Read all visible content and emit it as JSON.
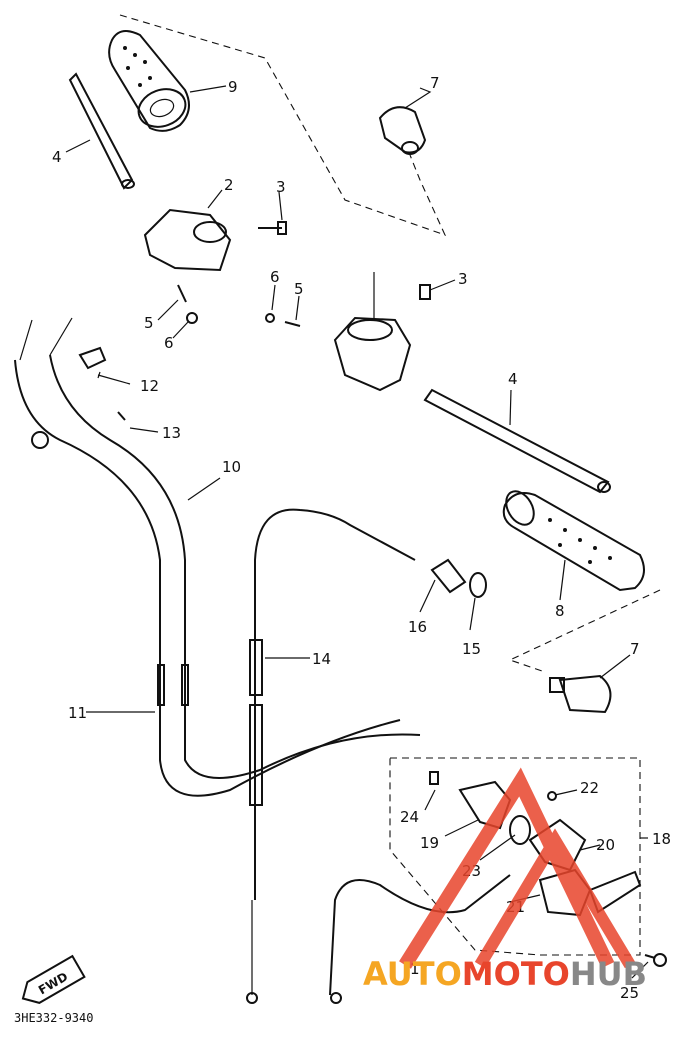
{
  "callouts": {
    "p1": "2",
    "p2": "3",
    "p3": "4",
    "p4": "5",
    "p5": "6",
    "p6": "7",
    "p7": "8",
    "p8": "9",
    "p9": "10",
    "p10": "11",
    "p11": "12",
    "p12": "13",
    "p13": "14",
    "p14": "15",
    "p15": "16",
    "p16": "17",
    "p17": "18",
    "p18": "19",
    "p19": "20",
    "p20": "21",
    "p21": "22",
    "p22": "23",
    "p23": "24",
    "p24": "25",
    "p25": "3",
    "p26": "4",
    "p27": "5",
    "p28": "6",
    "p29": "7"
  },
  "diagram_code": "3HE332-9340",
  "fwd_label": "FWD",
  "watermark": {
    "part1": "AUTO",
    "part2": "MOTO",
    "part3": "HUB",
    "color1": "#f5a623",
    "color2": "#e8452c",
    "color3": "#888888",
    "triangle_color": "#e8452c"
  }
}
